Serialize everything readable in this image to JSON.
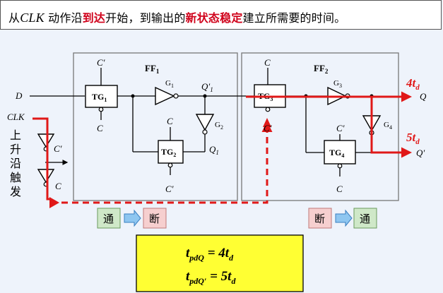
{
  "banner": {
    "p1": "从",
    "p2": "CLK",
    "p3": " 动作沿",
    "p4": "到达",
    "p5": "开始，到输出的",
    "p6": "新状态稳定",
    "p7": "建立所需要的时间。"
  },
  "circuit": {
    "D": "D",
    "CLK": "CLK",
    "rising_edge": [
      "上",
      "升",
      "沿",
      "触",
      "发"
    ],
    "C": "C",
    "Cprime": "C′",
    "FF1": "FF",
    "FF1_sub": "1",
    "FF2": "FF",
    "FF2_sub": "2",
    "TG": "TG",
    "TG1_sub": "1",
    "TG2_sub": "2",
    "TG3_sub": "3",
    "TG4_sub": "4",
    "G": "G",
    "G1_sub": "1",
    "G2_sub": "2",
    "G3_sub": "3",
    "G4_sub": "4",
    "Q": "Q",
    "Q1prime": "Q′",
    "Q1": "Q",
    "sub1": "1",
    "Qprime": "Q′",
    "delay_Q": "4t",
    "delay_Qp": "5t",
    "delay_sub": "d"
  },
  "states": {
    "on": "通",
    "off": "断"
  },
  "formula": {
    "line1_t": "t",
    "line1_sub": "pdQ",
    "line1_eq": " = 4t",
    "line1_d": "d",
    "line2_t": "t",
    "line2_sub": "pdQ′",
    "line2_eq": " = 5t",
    "line2_d": "d"
  },
  "colors": {
    "path": "#e01818",
    "on_box": "#cfe8c8",
    "off_box": "#f6cfcf",
    "formula_box": "#ffff33"
  }
}
